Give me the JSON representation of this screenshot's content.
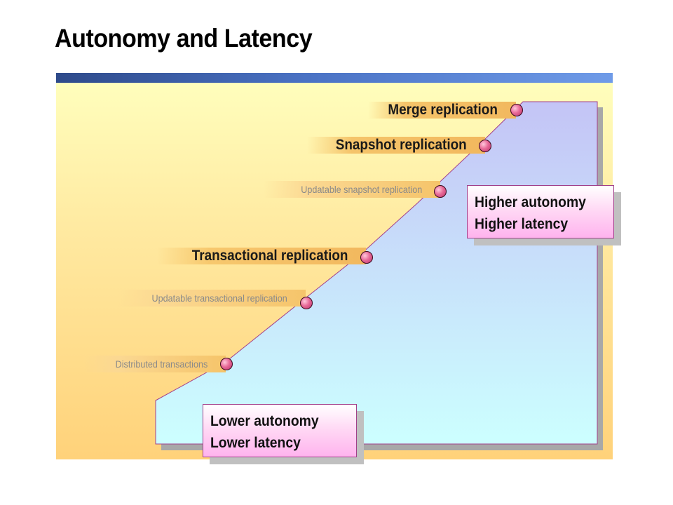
{
  "slide": {
    "title": "Autonomy and Latency"
  },
  "replication_types": [
    {
      "label": "Merge replication",
      "emphasis": "major"
    },
    {
      "label": "Snapshot replication",
      "emphasis": "major"
    },
    {
      "label": "Updatable snapshot replication",
      "emphasis": "minor"
    },
    {
      "label": "Transactional replication",
      "emphasis": "major"
    },
    {
      "label": "Updatable transactional replication",
      "emphasis": "minor"
    },
    {
      "label": "Distributed transactions",
      "emphasis": "minor"
    }
  ],
  "callouts": {
    "high": {
      "line1": "Higher autonomy",
      "line2": "Higher latency"
    },
    "low": {
      "line1": "Lower autonomy",
      "line2": "Lower latency"
    }
  },
  "colors": {
    "accent_bar": "#4a72c4",
    "curve_top": "#c6c8f8",
    "curve_bottom": "#ccffff",
    "marker": "#e86a98",
    "curve_outline": "#a2408a"
  },
  "icons": {
    "marker": "circle-marker-icon"
  }
}
